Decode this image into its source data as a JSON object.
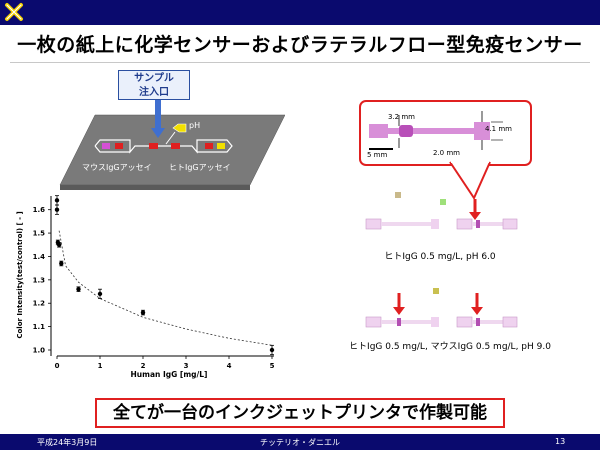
{
  "title": "一枚の紙上に化学センサーおよびラテラルフロー型免疫センサー",
  "diagram": {
    "sample_inlet": [
      "サンプル",
      "注入口"
    ],
    "ph_label": "pH",
    "mouse_assay": "マウスIgGアッセイ",
    "human_assay": "ヒトIgGアッセイ"
  },
  "dimensions": {
    "width_label": "3.2 mm",
    "height_label": "4.1 mm",
    "scale_label": "5 mm",
    "channel_label": "2.0 mm"
  },
  "photos": {
    "caption1": "ヒトIgG 0.5 mg/L, pH 6.0",
    "caption2": "ヒトIgG 0.5 mg/L, マウスIgG 0.5 mg/L, pH 9.0"
  },
  "banner": "全てが一台のインクジェットプリンタで作製可能",
  "footer": {
    "date": "平成24年3月9日",
    "presenter": "チッテリオ・ダニエル",
    "page": "13"
  },
  "colors": {
    "header_bar": "#0a0a6e",
    "accent_red": "#e02020",
    "strip_pink": "#d88fd8"
  },
  "chart_data": {
    "type": "scatter",
    "xlabel": "Human IgG [mg/L]",
    "ylabel": "Color Intensity(test/control) [ - ]",
    "xlim": [
      0,
      5
    ],
    "ylim": [
      1.0,
      1.65
    ],
    "x_ticks": [
      "0",
      "1",
      "2",
      "3",
      "4",
      "5"
    ],
    "y_ticks": [
      "1.0",
      "1.1",
      "1.2",
      "1.3",
      "1.4",
      "1.5",
      "1.6"
    ],
    "points": [
      {
        "x": 0.0,
        "y": 1.64,
        "err": 0.02
      },
      {
        "x": 0.0,
        "y": 1.6,
        "err": 0.02
      },
      {
        "x": 0.02,
        "y": 1.46,
        "err": 0.01
      },
      {
        "x": 0.05,
        "y": 1.45,
        "err": 0.01
      },
      {
        "x": 0.1,
        "y": 1.37,
        "err": 0.01
      },
      {
        "x": 0.5,
        "y": 1.26,
        "err": 0.01
      },
      {
        "x": 1.0,
        "y": 1.24,
        "err": 0.02
      },
      {
        "x": 2.0,
        "y": 1.16,
        "err": 0.01
      },
      {
        "x": 5.0,
        "y": 1.0,
        "err": 0.02
      }
    ],
    "fit": [
      {
        "x": 0.05,
        "y": 1.51
      },
      {
        "x": 0.2,
        "y": 1.36
      },
      {
        "x": 0.5,
        "y": 1.29
      },
      {
        "x": 1.0,
        "y": 1.22
      },
      {
        "x": 1.5,
        "y": 1.18
      },
      {
        "x": 2.0,
        "y": 1.14
      },
      {
        "x": 3.0,
        "y": 1.09
      },
      {
        "x": 4.0,
        "y": 1.05
      },
      {
        "x": 5.0,
        "y": 1.02
      }
    ]
  }
}
